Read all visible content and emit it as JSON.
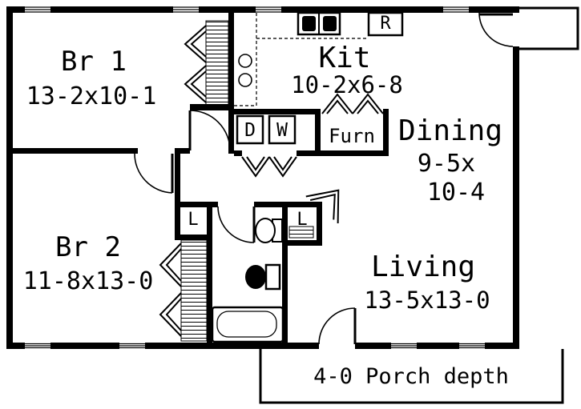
{
  "plan": {
    "rooms": {
      "br1": {
        "name": "Br 1",
        "dims": "13-2x10-1"
      },
      "kit": {
        "name": "Kit",
        "dims": "10-2x6-8"
      },
      "dining": {
        "name": "Dining",
        "dims_line1": "9-5x",
        "dims_line2": "10-4"
      },
      "br2": {
        "name": "Br 2",
        "dims": "11-8x13-0"
      },
      "living": {
        "name": "Living",
        "dims": "13-5x13-0"
      }
    },
    "fixtures": {
      "dryer": "D",
      "washer": "W",
      "furnace": "Furn",
      "refrigerator": "R",
      "linen_left": "L",
      "linen_right": "L"
    },
    "porch": {
      "label": "4-0 Porch depth"
    },
    "colors": {
      "wall": "#000000",
      "background": "#ffffff"
    }
  }
}
